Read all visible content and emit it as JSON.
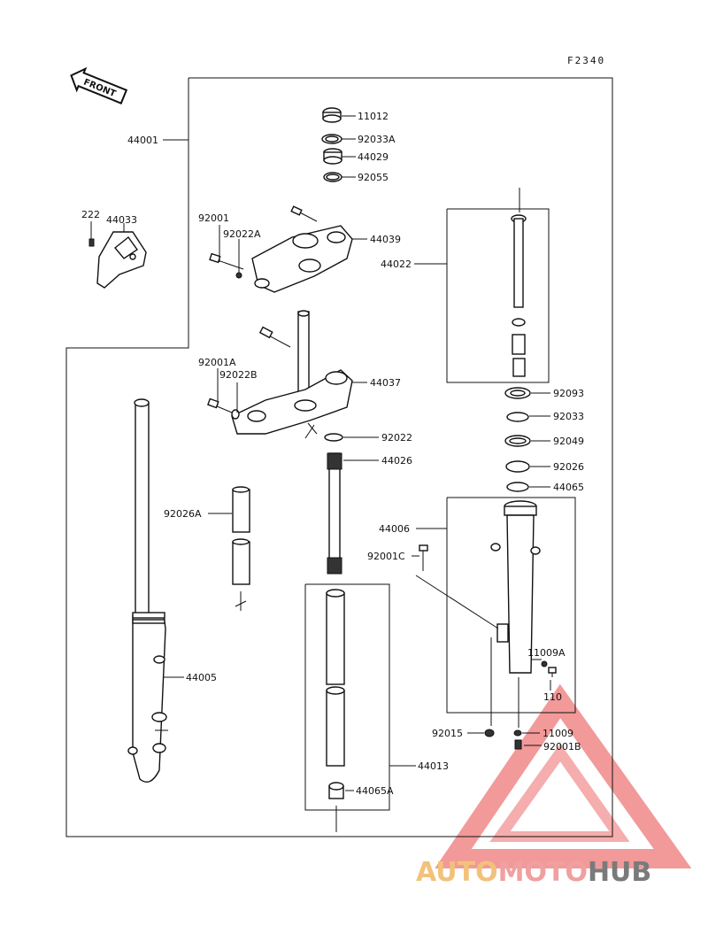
{
  "figure_code": "F2340",
  "front_label": "FRONT",
  "watermark": {
    "part1": "AUTO",
    "part2": "MOTO",
    "part3": "HUB",
    "color_auto": "#f2c27a",
    "color_moto": "#f0a0a0",
    "color_hub": "#7a7a7a",
    "triangle_color": "#ee7777"
  },
  "labels": {
    "p11012": "11012",
    "p92033A": "92033A",
    "p44029": "44029",
    "p92055": "92055",
    "p44001": "44001",
    "p222": "222",
    "p44033": "44033",
    "p92001": "92001",
    "p92022A": "92022A",
    "p44039": "44039",
    "p44022": "44022",
    "p92001A": "92001A",
    "p92022B": "92022B",
    "p44037": "44037",
    "p92093": "92093",
    "p92033": "92033",
    "p92022": "92022",
    "p92049": "92049",
    "p44026": "44026",
    "p92026": "92026",
    "p44065": "44065",
    "p92026A": "92026A",
    "p44006": "44006",
    "p92001C": "92001C",
    "p11009A": "11009A",
    "p44005": "44005",
    "p110": "110",
    "p92015": "92015",
    "p11009": "11009",
    "p92001B": "92001B",
    "p44013": "44013",
    "p44065A": "44065A"
  }
}
